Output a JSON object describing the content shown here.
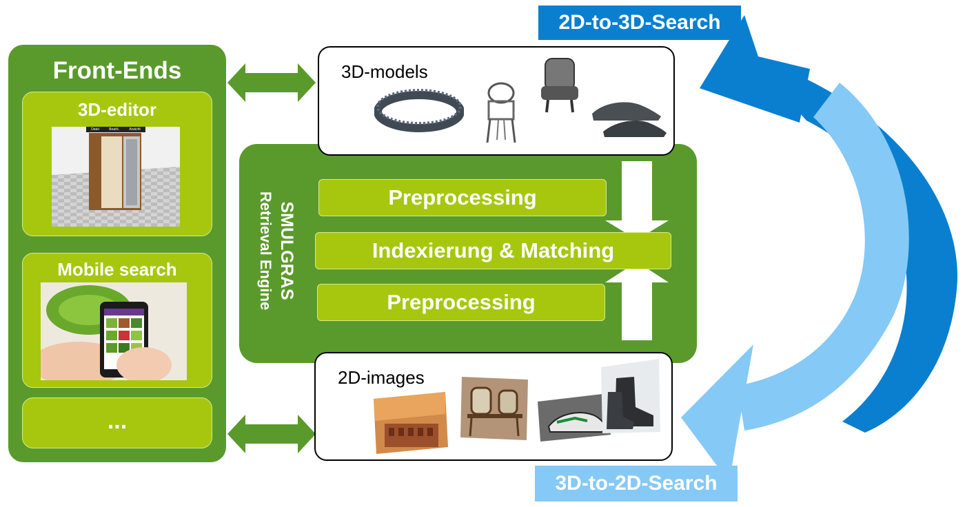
{
  "front_ends": {
    "title": "Front-Ends",
    "editor_title": "3D-editor",
    "editor_menu": [
      "Datei",
      "Bearb.",
      "Ansicht"
    ],
    "mobile_title": "Mobile search",
    "more": "..."
  },
  "engine": {
    "name": "SMULGRAS",
    "subtitle": "Retrieval Engine",
    "preprocessing_top": "Preprocessing",
    "matching": "Indexierung & Matching",
    "preprocessing_bottom": "Preprocessing"
  },
  "models_box": {
    "title": "3D-models"
  },
  "images_box": {
    "title": "2D-images"
  },
  "search": {
    "top": "2D-to-3D-Search",
    "bottom": "3D-to-2D-Search",
    "top_color": "#0a7fd0",
    "bottom_color": "#85c9f6"
  },
  "colors": {
    "dark_green": "#5a9a2c",
    "light_green": "#a6c70e"
  }
}
